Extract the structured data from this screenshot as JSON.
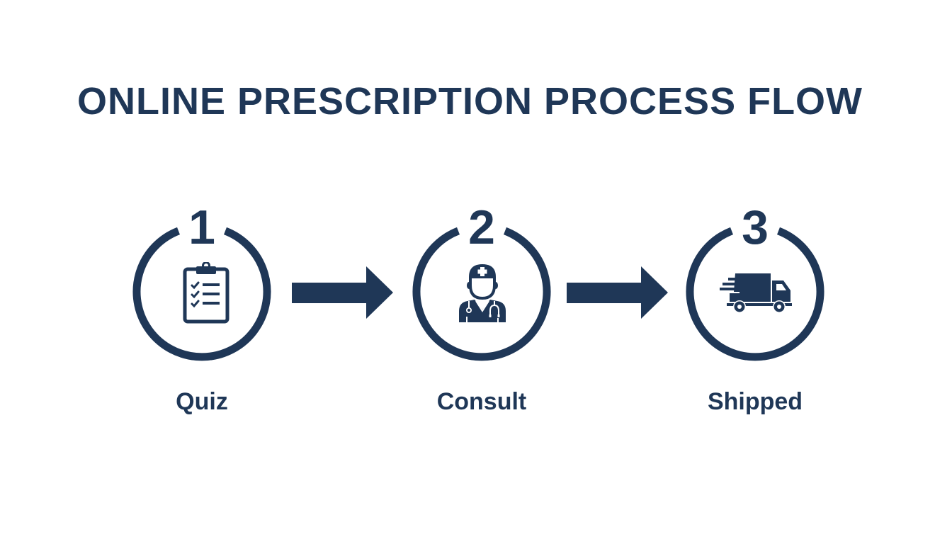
{
  "title": "ONLINE PRESCRIPTION PROCESS FLOW",
  "colors": {
    "primary": "#1f3757",
    "background": "#ffffff"
  },
  "steps": [
    {
      "number": "1",
      "label": "Quiz",
      "icon": "clipboard-checklist-icon"
    },
    {
      "number": "2",
      "label": "Consult",
      "icon": "doctor-icon"
    },
    {
      "number": "3",
      "label": "Shipped",
      "icon": "delivery-truck-icon"
    }
  ],
  "connectors": [
    {
      "from": "1",
      "to": "2",
      "icon": "arrow-right-icon"
    },
    {
      "from": "2",
      "to": "3",
      "icon": "arrow-right-icon"
    }
  ]
}
